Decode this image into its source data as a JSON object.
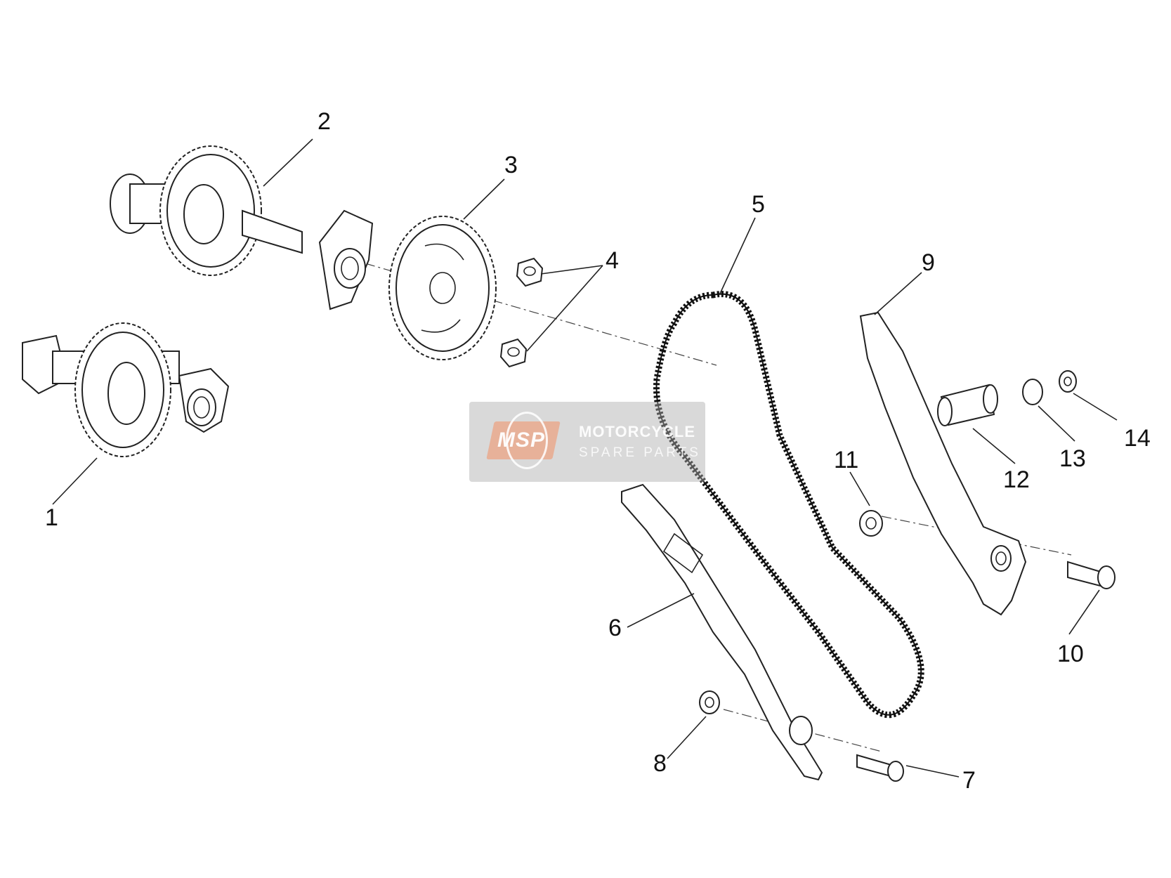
{
  "callouts": [
    "1",
    "2",
    "3",
    "4",
    "5",
    "6",
    "7",
    "8",
    "9",
    "10",
    "11",
    "12",
    "13",
    "14"
  ],
  "watermark": {
    "logo_text": "MSP",
    "brand": "MOTORCYCLE",
    "tagline": "SPARE PARTS"
  }
}
